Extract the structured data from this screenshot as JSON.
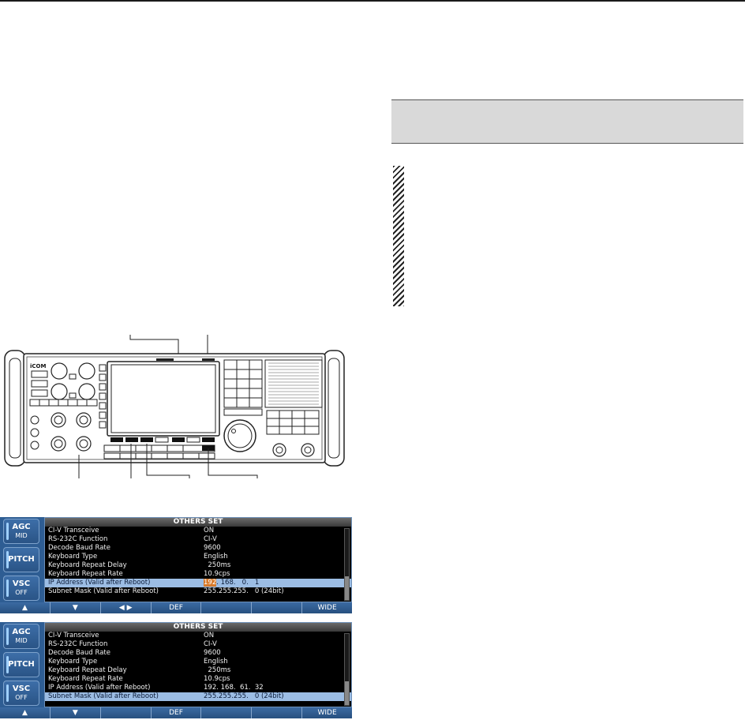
{
  "brand": "iCOM",
  "screens": [
    {
      "side_buttons": [
        {
          "label": "AGC",
          "value": "MID"
        },
        {
          "label": "PITCH",
          "value": ""
        },
        {
          "label": "VSC",
          "value": "OFF"
        }
      ],
      "title": "OTHERS SET",
      "rows": [
        {
          "label": "CI-V Transceive",
          "value": "ON"
        },
        {
          "label": "RS-232C Function",
          "value": "CI-V"
        },
        {
          "label": "Decode Baud Rate",
          "value": "9600"
        },
        {
          "label": "Keyboard Type",
          "value": "English"
        },
        {
          "label": "Keyboard Repeat Delay",
          "value": "  250ms"
        },
        {
          "label": "Keyboard Repeat Rate",
          "value": "10.9cps"
        },
        {
          "label": "IP Address  (Valid after Reboot)",
          "value_highlight": "192",
          "value_rest": ". 168.   0.   1"
        },
        {
          "label": "Subnet Mask (Valid after Reboot)",
          "value": "255.255.255.   0 (24bit)"
        }
      ],
      "function_keys": [
        "▲",
        "▼",
        "◀ ▶",
        "DEF",
        "",
        "",
        "WIDE"
      ]
    },
    {
      "side_buttons": [
        {
          "label": "AGC",
          "value": "MID"
        },
        {
          "label": "PITCH",
          "value": ""
        },
        {
          "label": "VSC",
          "value": "OFF"
        }
      ],
      "title": "OTHERS SET",
      "rows": [
        {
          "label": "CI-V Transceive",
          "value": "ON"
        },
        {
          "label": "RS-232C Function",
          "value": "CI-V"
        },
        {
          "label": "Decode Baud Rate",
          "value": "9600"
        },
        {
          "label": "Keyboard Type",
          "value": "English"
        },
        {
          "label": "Keyboard Repeat Delay",
          "value": "  250ms"
        },
        {
          "label": "Keyboard Repeat Rate",
          "value": "10.9cps"
        },
        {
          "label": "IP Address  (Valid after Reboot)",
          "value": "192. 168.  61.  32"
        },
        {
          "label": "Subnet Mask (Valid after Reboot)",
          "value": "255.255.255.   0 (24bit)"
        }
      ],
      "function_keys": [
        "▲",
        "▼",
        "",
        "DEF",
        "",
        "",
        "WIDE"
      ]
    }
  ]
}
